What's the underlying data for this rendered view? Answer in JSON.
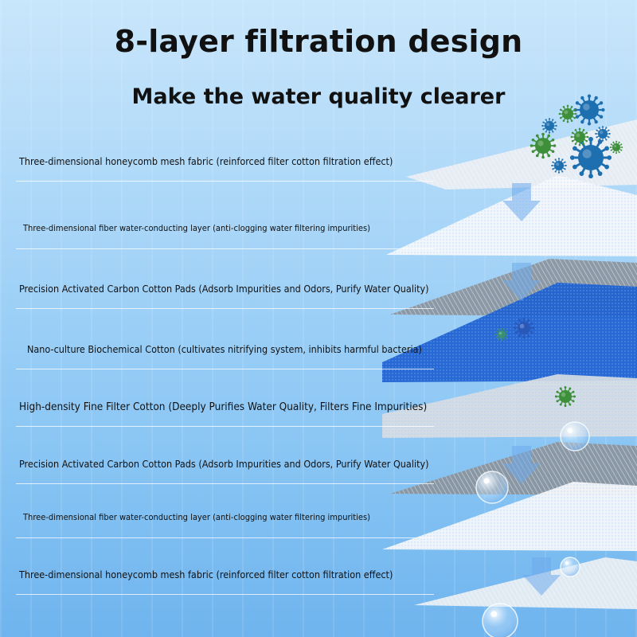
{
  "header": {
    "title": "8-layer filtration design",
    "subtitle": "Make the water quality clearer"
  },
  "layers": [
    {
      "label": "Three-dimensional honeycomb mesh fabric (reinforced filter cotton filtration effect)"
    },
    {
      "label": "Three-dimensional fiber water-conducting layer (anti-clogging water filtering impurities)"
    },
    {
      "label": "Precision Activated Carbon Cotton Pads (Adsorb Impurities and Odors, Purify Water Quality)"
    },
    {
      "label": "Nano-culture Biochemical Cotton (cultivates nitrifying system, inhibits harmful bacteria)"
    },
    {
      "label": "High-density Fine Filter Cotton (Deeply Purifies Water Quality, Filters Fine Impurities)"
    },
    {
      "label": "Precision Activated Carbon Cotton Pads (Adsorb Impurities and Odors, Purify Water Quality)"
    },
    {
      "label": "Three-dimensional fiber water-conducting layer (anti-clogging water filtering impurities)"
    },
    {
      "label": "Three-dimensional honeycomb mesh fabric (reinforced filter cotton filtration effect)"
    }
  ],
  "colors": {
    "layer_mesh": "#e9eef3",
    "layer_fiber": "#f7f9fb",
    "layer_carbon": "#8a949e",
    "layer_bio": "#1d5fd0",
    "layer_fine": "#d9dde2",
    "bacteria_blue": "#1e6fb0",
    "bacteria_green": "#3e8f3a"
  }
}
